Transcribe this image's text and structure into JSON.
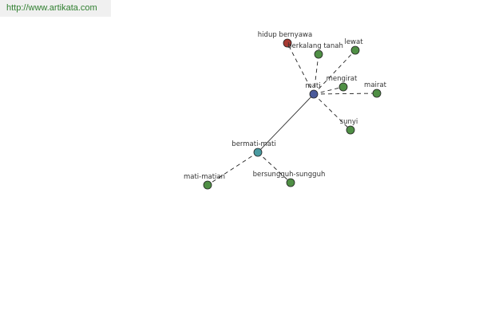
{
  "watermark": "http://www.artikata.com",
  "colors": {
    "center": "#4a5a9a",
    "hub": "#4a9aa0",
    "leaf": "#4f8f45",
    "highlight": "#a83a32"
  },
  "graph": {
    "nodes": [
      {
        "id": "mati",
        "label": "mati",
        "color": "center"
      },
      {
        "id": "hidup",
        "label": "hidup bernyawa",
        "color": "highlight"
      },
      {
        "id": "berkalang",
        "label": "berkalang tanah",
        "color": "leaf"
      },
      {
        "id": "lewat",
        "label": "lewat",
        "color": "leaf"
      },
      {
        "id": "mengirat",
        "label": "mengirat",
        "color": "leaf"
      },
      {
        "id": "mairat",
        "label": "mairat",
        "color": "leaf"
      },
      {
        "id": "sunyi",
        "label": "sunyi",
        "color": "leaf"
      },
      {
        "id": "bermati",
        "label": "bermati-mati",
        "color": "hub"
      },
      {
        "id": "matimatian",
        "label": "mati-matian",
        "color": "leaf"
      },
      {
        "id": "bersungguh",
        "label": "bersungguh-sungguh",
        "color": "leaf"
      }
    ],
    "edges": [
      {
        "from": "mati",
        "to": "hidup",
        "style": "dashed"
      },
      {
        "from": "mati",
        "to": "berkalang",
        "style": "dashed"
      },
      {
        "from": "mati",
        "to": "lewat",
        "style": "dashed"
      },
      {
        "from": "mati",
        "to": "mengirat",
        "style": "dashed"
      },
      {
        "from": "mati",
        "to": "mairat",
        "style": "dashed"
      },
      {
        "from": "mati",
        "to": "sunyi",
        "style": "dashed"
      },
      {
        "from": "mati",
        "to": "bermati",
        "style": "solid"
      },
      {
        "from": "bermati",
        "to": "matimatian",
        "style": "dashed"
      },
      {
        "from": "bermati",
        "to": "bersungguh",
        "style": "dashed"
      }
    ]
  }
}
